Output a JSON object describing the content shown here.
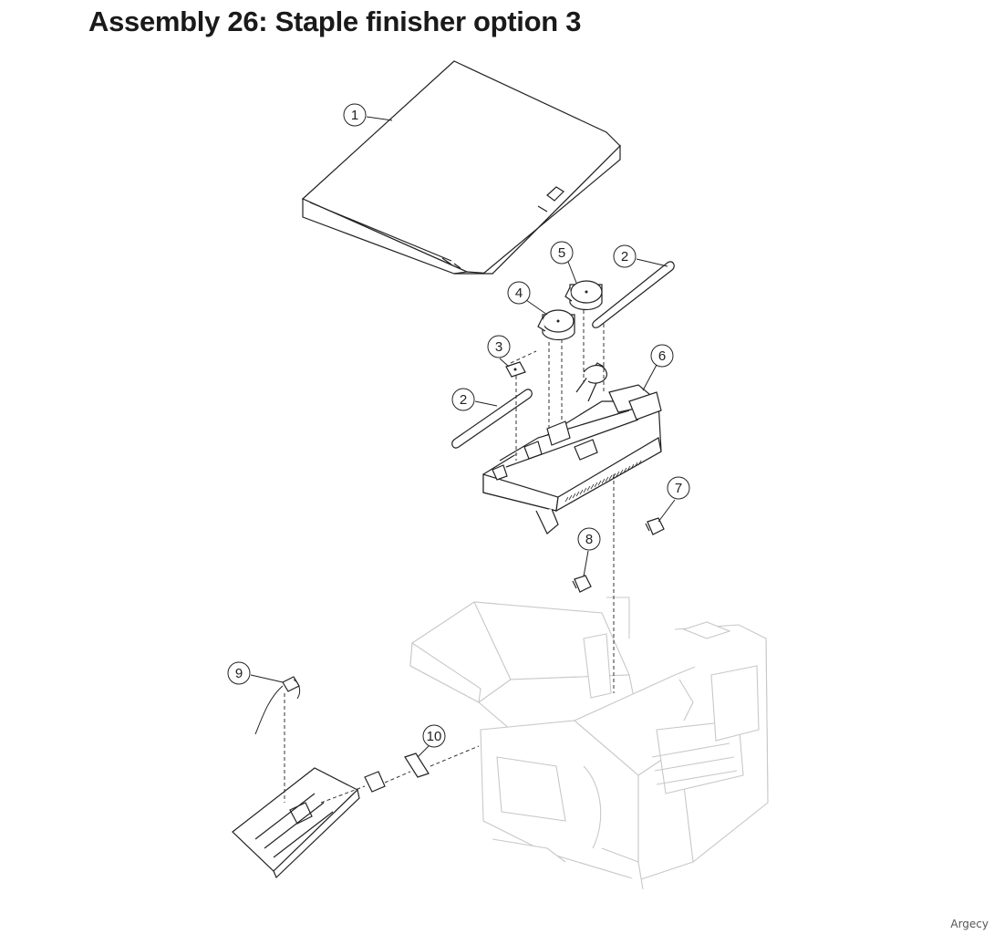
{
  "title": "Assembly 26: Staple finisher option 3",
  "watermark": "Argecy",
  "callouts": [
    {
      "id": "c1",
      "label": "1"
    },
    {
      "id": "c2a",
      "label": "2"
    },
    {
      "id": "c2b",
      "label": "2"
    },
    {
      "id": "c3",
      "label": "3"
    },
    {
      "id": "c4",
      "label": "4"
    },
    {
      "id": "c5",
      "label": "5"
    },
    {
      "id": "c6",
      "label": "6"
    },
    {
      "id": "c7",
      "label": "7"
    },
    {
      "id": "c8",
      "label": "8"
    },
    {
      "id": "c9",
      "label": "9"
    },
    {
      "id": "c10",
      "label": "10"
    }
  ]
}
